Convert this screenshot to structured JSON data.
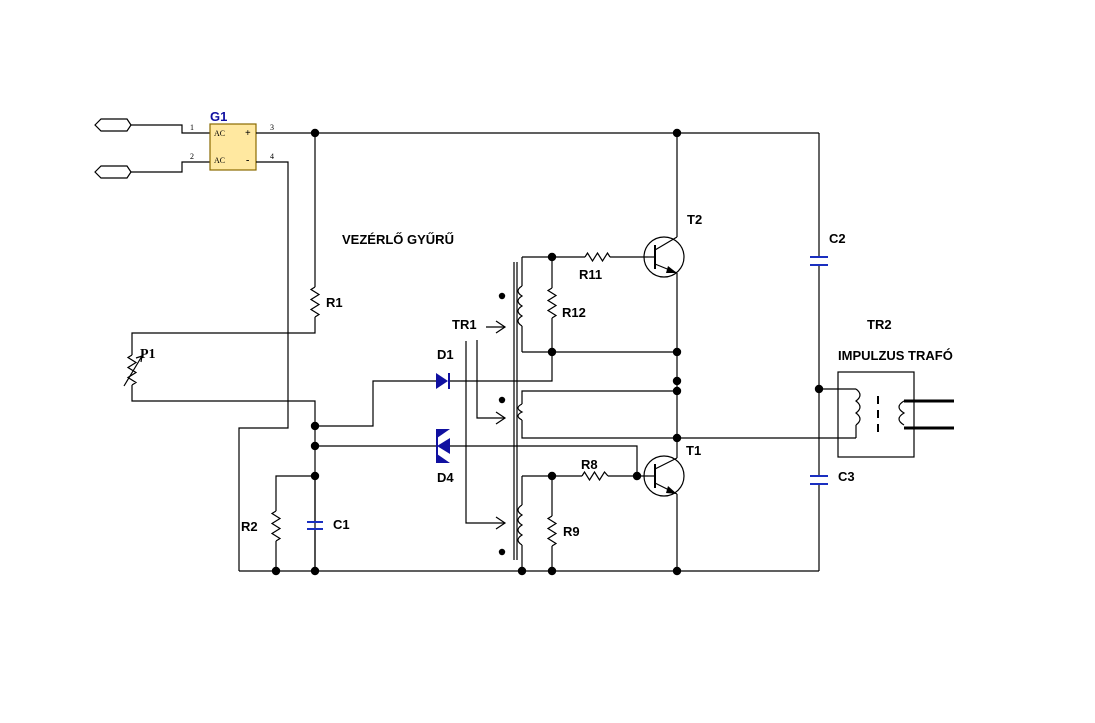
{
  "title": "VEZÉRLŐ GYŰRŰ",
  "colors": {
    "wire": "#000000",
    "diode": "#1010a0",
    "rectifier_fill": "#ffe8a0",
    "rectifier_label": "#1010a0",
    "capacitor": "#1a2fc0"
  },
  "rectifier": {
    "ref": "G1",
    "ac1": "AC",
    "ac2": "AC",
    "plus": "+",
    "minus": "-",
    "pin1": "1",
    "pin2": "2",
    "pin3": "3",
    "pin4": "4"
  },
  "components": {
    "r1": "R1",
    "r2": "R2",
    "r8": "R8",
    "r9": "R9",
    "r11": "R11",
    "r12": "R12",
    "p1": "P1",
    "c1": "C1",
    "c2": "C2",
    "c3": "C3",
    "d1": "D1",
    "d4": "D4",
    "t1": "T1",
    "t2": "T2",
    "tr1": "TR1",
    "tr2": "TR2",
    "tr2_desc": "IMPULZUS TRAFÓ"
  }
}
